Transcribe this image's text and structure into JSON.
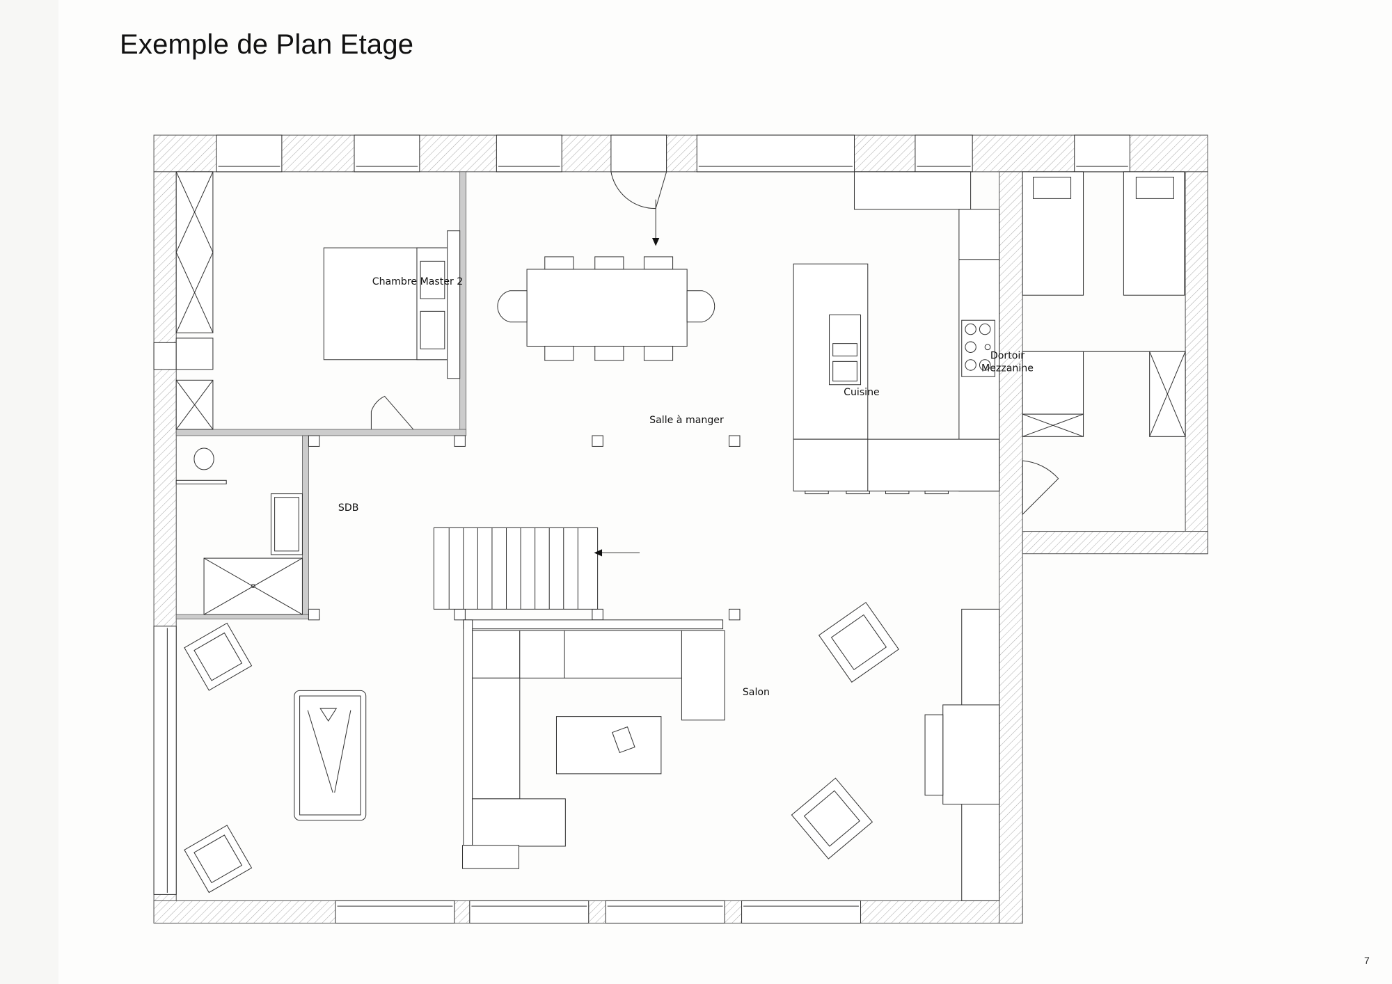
{
  "title": "Exemple de Plan Etage",
  "page_number": "7",
  "rooms": {
    "chambre": "Chambre Master 2",
    "salle_a_manger": "Salle à manger",
    "cuisine": "Cuisine",
    "dortoir_line1": "Dortoir",
    "dortoir_line2": "Mezzanine",
    "sdb": "SDB",
    "salon": "Salon"
  }
}
